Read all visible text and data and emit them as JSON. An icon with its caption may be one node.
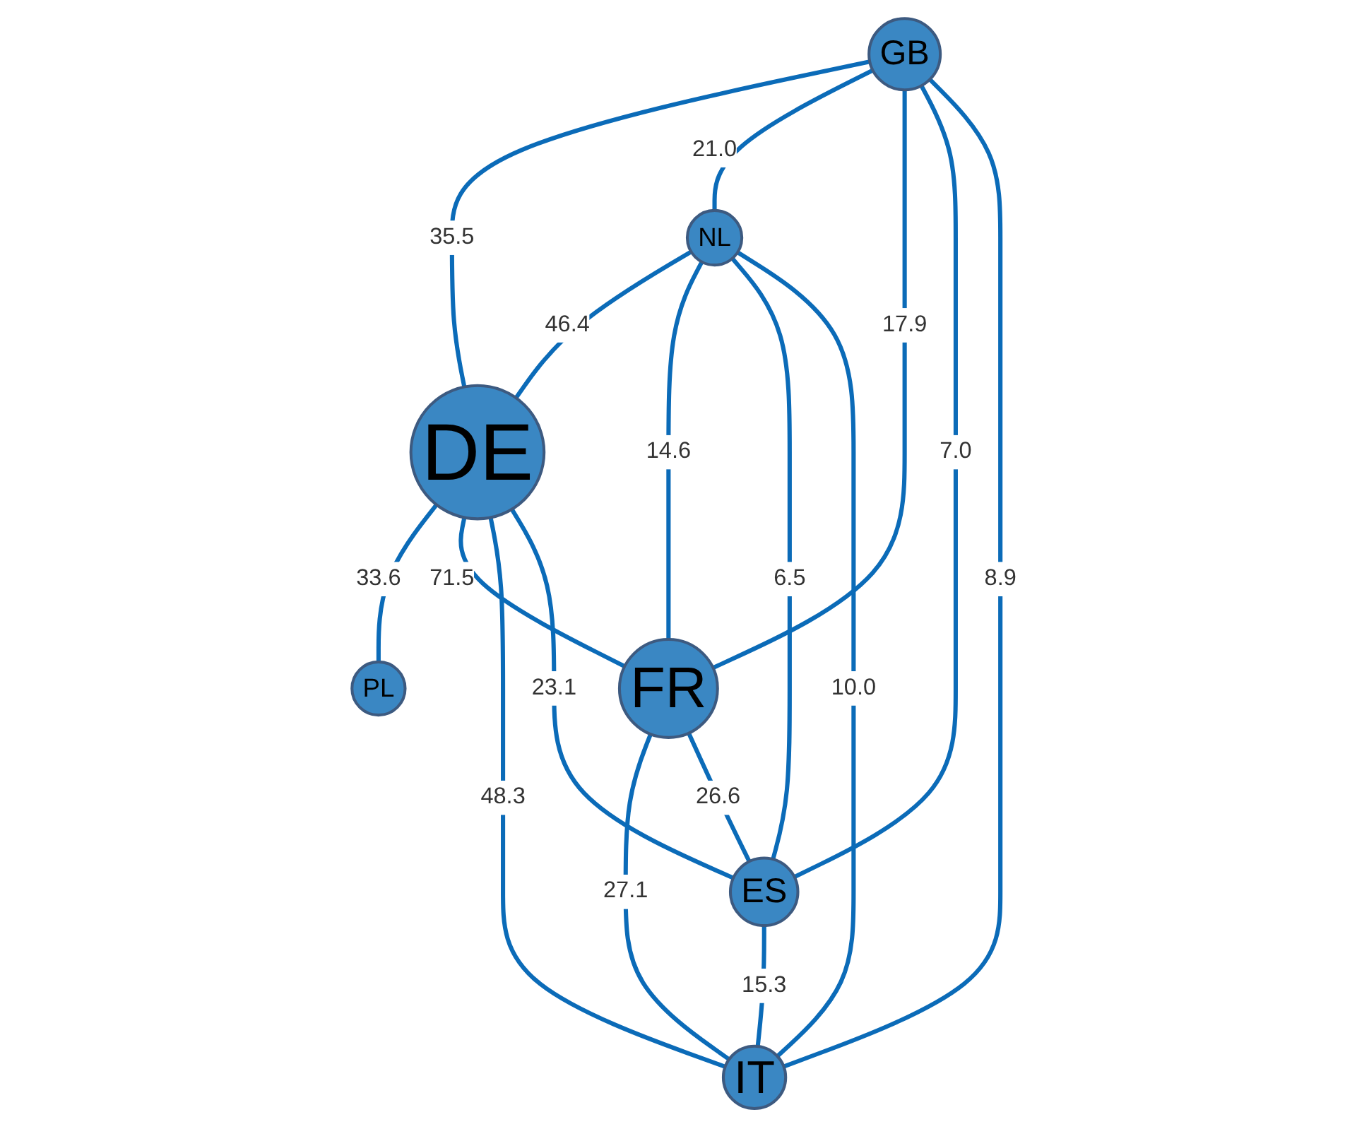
{
  "diagram": {
    "nodes": [
      {
        "text": [
          "GB"
        ]
      },
      {
        "text": [
          "NL"
        ]
      },
      {
        "text": [
          "DE"
        ]
      },
      {
        "text": [
          "PL"
        ]
      },
      {
        "text": [
          "FR"
        ]
      },
      {
        "text": [
          "IT"
        ]
      },
      {
        "text": [
          "ES"
        ]
      }
    ],
    "edges": [
      {
        "from": 0,
        "to": 2,
        "arrow": "none",
        "label": "35.5"
      },
      {
        "from": 0,
        "to": 1,
        "arrow": "none",
        "label": "21.0"
      },
      {
        "from": 1,
        "to": 2,
        "arrow": "none",
        "label": "46.4"
      },
      {
        "from": 2,
        "to": 3,
        "arrow": "none",
        "label": "33.6"
      },
      {
        "from": 0,
        "to": 4,
        "arrow": "none",
        "label": "17.9"
      },
      {
        "from": 2,
        "to": 4,
        "arrow": "none",
        "label": "71.5"
      },
      {
        "from": 1,
        "to": 4,
        "arrow": "none",
        "label": "14.6"
      },
      {
        "from": 1,
        "to": 6,
        "arrow": "none",
        "label": "6.5"
      },
      {
        "from": 2,
        "to": 5,
        "arrow": "none",
        "label": "48.3"
      },
      {
        "from": 1,
        "to": 5,
        "arrow": "none",
        "label": "10.0"
      },
      {
        "from": 2,
        "to": 6,
        "arrow": "none",
        "label": "23.1"
      },
      {
        "from": 0,
        "to": 6,
        "arrow": "none",
        "label": "7.0"
      },
      {
        "from": 0,
        "to": 5,
        "arrow": "none",
        "label": "8.9"
      },
      {
        "from": 4,
        "to": 5,
        "arrow": "none",
        "label": "27.1"
      },
      {
        "from": 4,
        "to": 6,
        "arrow": "none",
        "label": "26.6"
      },
      {
        "from": 6,
        "to": 5,
        "arrow": "none",
        "label": "15.3"
      }
    ]
  }
}
